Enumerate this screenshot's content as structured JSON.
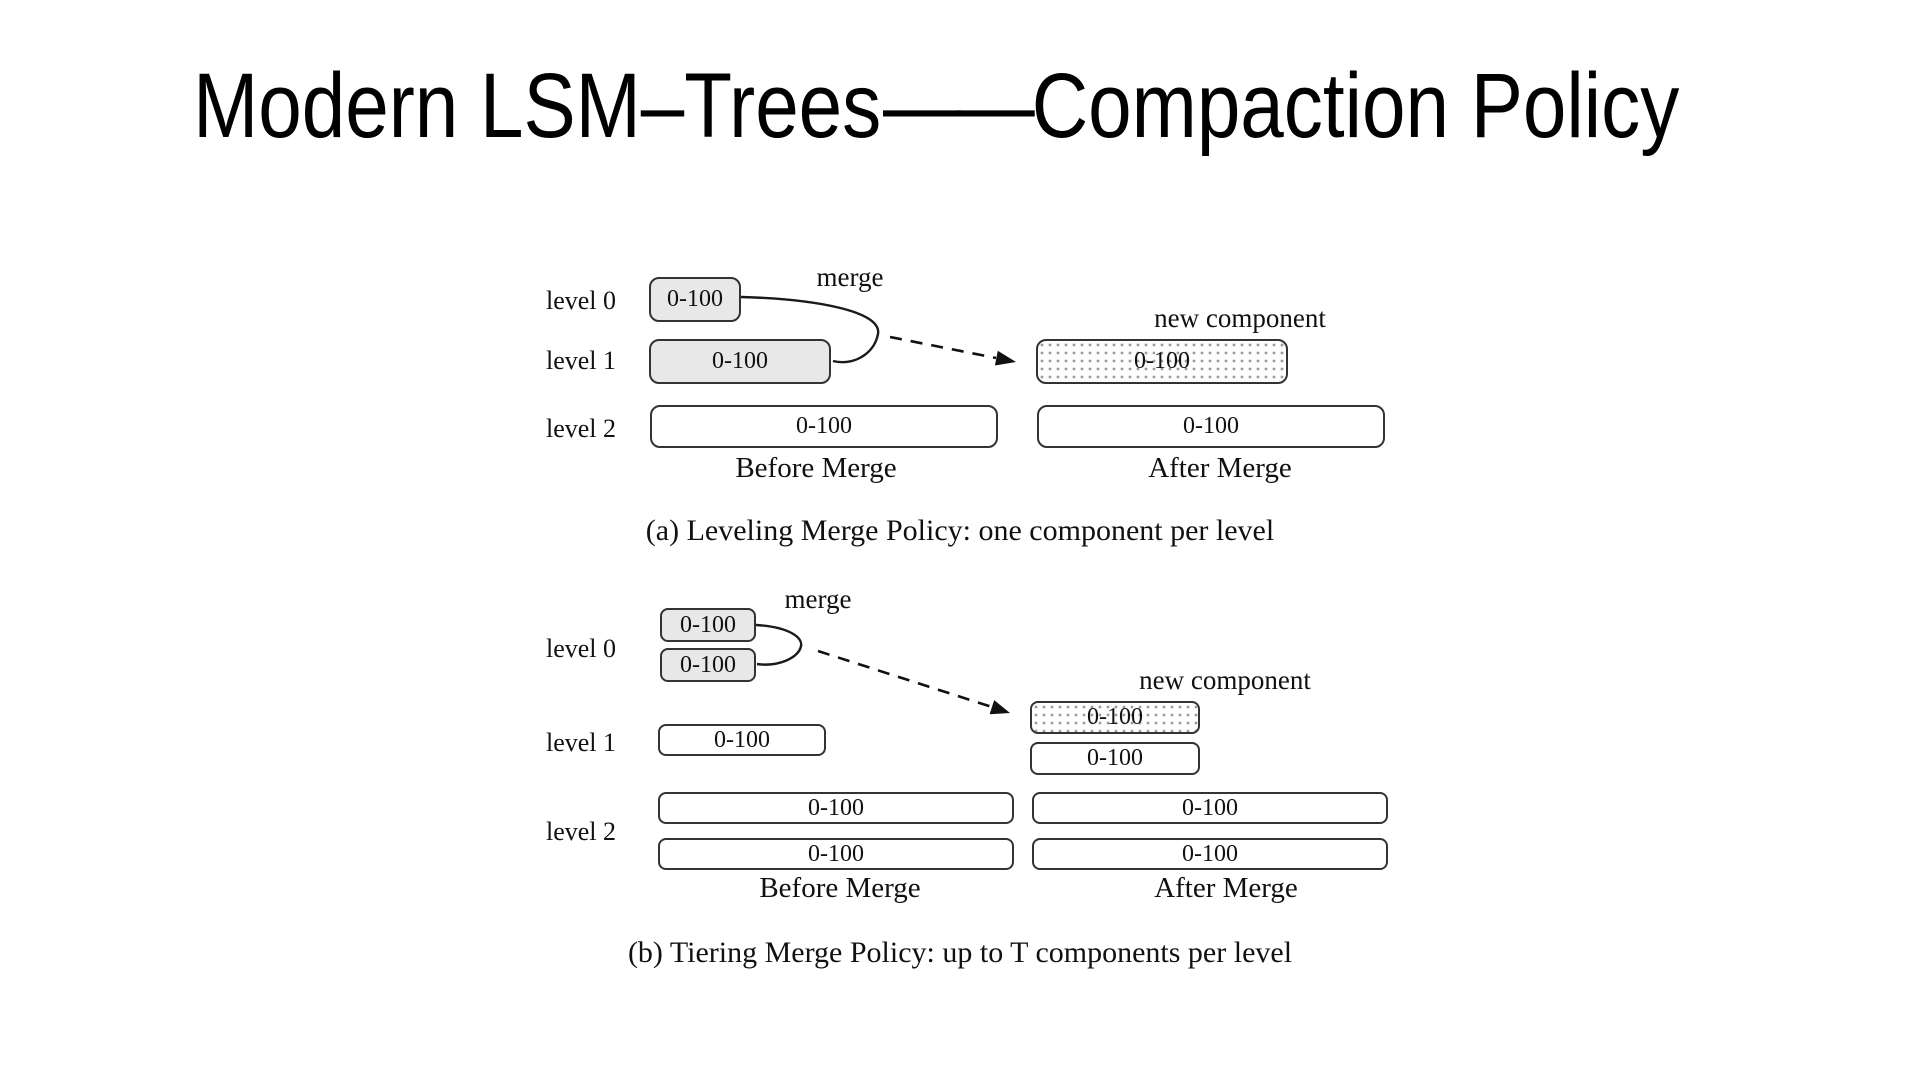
{
  "title": {
    "part1": "Modern LSM–Trees",
    "dash": "——",
    "part2": "Compaction Policy"
  },
  "diagrams": {
    "leveling": {
      "merge_label": "merge",
      "new_component_label": "new component",
      "levels": {
        "l0": "level 0",
        "l1": "level 1",
        "l2": "level 2"
      },
      "boxes": {
        "l0": "0-100",
        "l1": "0-100",
        "l2_before": "0-100",
        "new_component": "0-100",
        "l2_after": "0-100"
      },
      "before_label": "Before Merge",
      "after_label": "After Merge",
      "caption": "(a) Leveling Merge Policy: one component per level"
    },
    "tiering": {
      "merge_label": "merge",
      "new_component_label": "new component",
      "levels": {
        "l0": "level 0",
        "l1": "level 1",
        "l2": "level 2"
      },
      "boxes": {
        "l0_a": "0-100",
        "l0_b": "0-100",
        "l1": "0-100",
        "new_component": "0-100",
        "l1_after": "0-100",
        "l2_before_a": "0-100",
        "l2_before_b": "0-100",
        "l2_after_a": "0-100",
        "l2_after_b": "0-100"
      },
      "before_label": "Before Merge",
      "after_label": "After Merge",
      "caption": "(b) Tiering Merge Policy: up to T components per level"
    }
  },
  "colors": {
    "background": "#ffffff",
    "text": "#111111",
    "box_border": "#333333",
    "box_fill_gray": "#e8e8e8",
    "box_fill_white": "#ffffff",
    "dot_color": "#9c9c9c"
  }
}
